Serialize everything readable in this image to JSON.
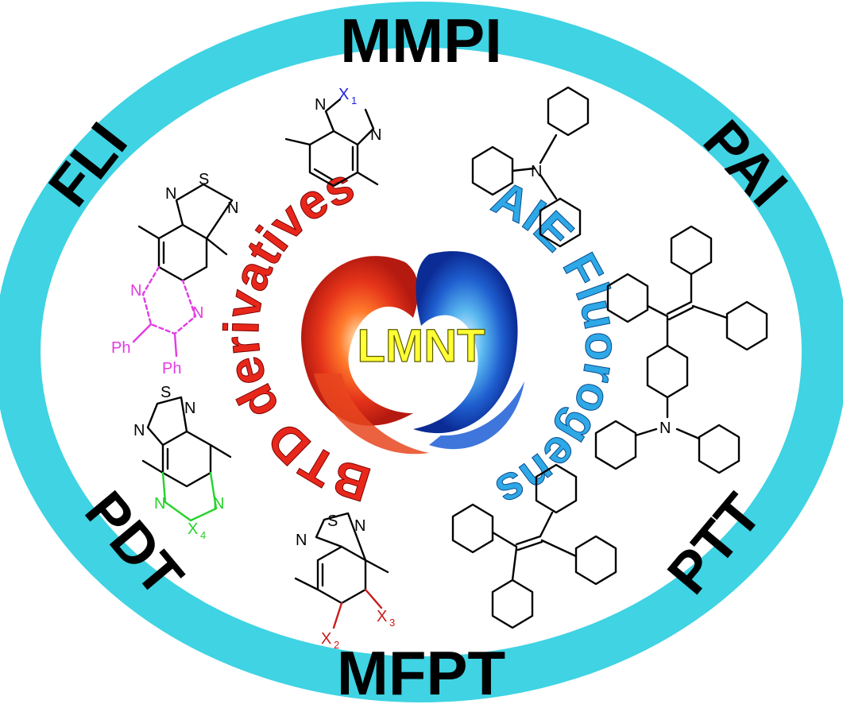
{
  "colors": {
    "ring": "#3fd3e3",
    "btd": "#e8271b",
    "aie": "#2ea8e6",
    "center": "#ffff33",
    "magenta": "#e23be3",
    "green": "#25d32a",
    "blue": "#1d1de0",
    "red": "#cc1a1a"
  },
  "ring_labels": {
    "top": "MMPI",
    "bottom": "MFPT",
    "left_top": "FLI",
    "right_top": "PAI",
    "left_bottom": "PDT",
    "right_bottom": "PTT"
  },
  "center": {
    "label": "LMNT",
    "left_arc": "BTD derivatives",
    "right_arc": "AIE Fluorogens"
  },
  "atoms": {
    "N": "N",
    "S": "S",
    "Ph": "Ph",
    "X1": "X",
    "X1_sub": "1",
    "X2": "X",
    "X2_sub": "2",
    "X3": "X",
    "X3_sub": "3",
    "X4": "X",
    "X4_sub": "4"
  }
}
